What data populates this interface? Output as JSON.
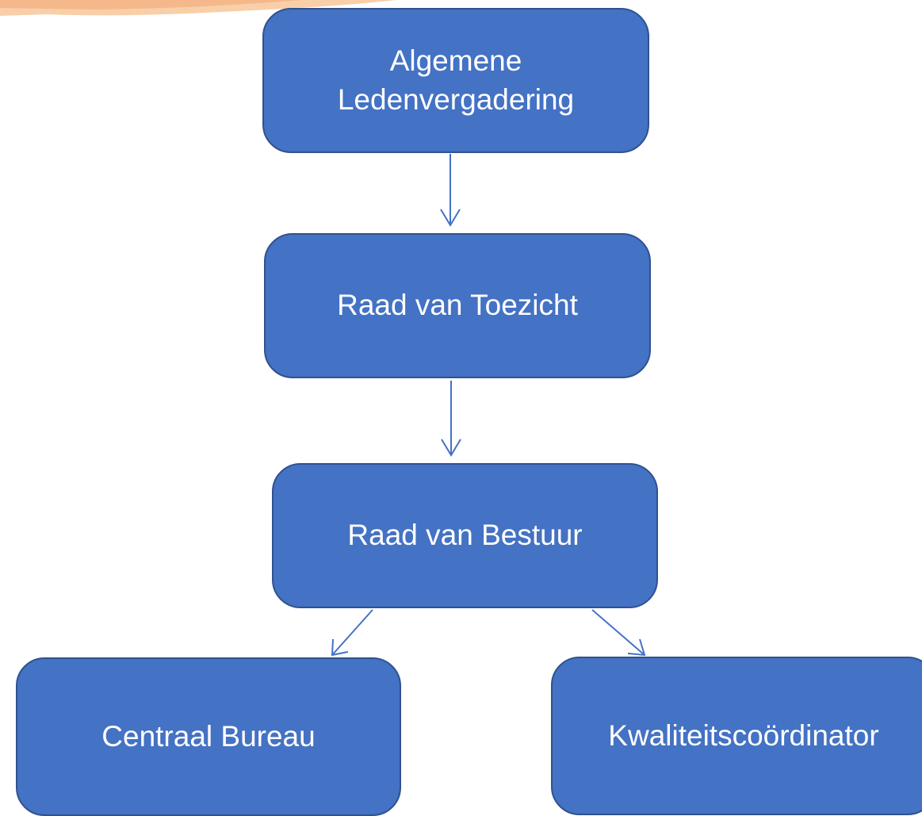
{
  "diagram": {
    "nodes": [
      {
        "id": "alv",
        "label": "Algemene\nLedenvergadering"
      },
      {
        "id": "rvt",
        "label": "Raad van Toezicht"
      },
      {
        "id": "rvb",
        "label": "Raad van Bestuur"
      },
      {
        "id": "cb",
        "label": "Centraal Bureau"
      },
      {
        "id": "kc",
        "label": "Kwaliteitscoördinator"
      }
    ],
    "edges": [
      {
        "from": "alv",
        "to": "rvt"
      },
      {
        "from": "rvt",
        "to": "rvb"
      },
      {
        "from": "rvb",
        "to": "cb"
      },
      {
        "from": "rvb",
        "to": "kc"
      }
    ]
  },
  "colors": {
    "node_fill": "#4472c4",
    "node_border": "#2f528f",
    "node_text": "#ffffff",
    "connector": "#4472c4",
    "decoration": "#f4b183"
  }
}
